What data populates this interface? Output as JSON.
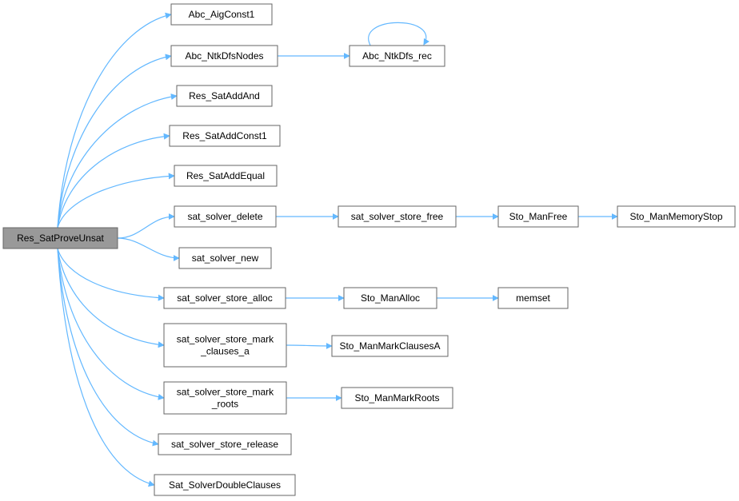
{
  "diagram": {
    "colors": {
      "edge": "#63b8ff",
      "node_border": "#666666",
      "root_fill": "#999999",
      "node_fill": "#ffffff"
    },
    "nodes": [
      {
        "id": "root",
        "lines": [
          "Res_SatProveUnsat"
        ]
      },
      {
        "id": "n1",
        "lines": [
          "Abc_AigConst1"
        ]
      },
      {
        "id": "n2",
        "lines": [
          "Abc_NtkDfsNodes"
        ]
      },
      {
        "id": "n3",
        "lines": [
          "Abc_NtkDfs_rec"
        ]
      },
      {
        "id": "n4",
        "lines": [
          "Res_SatAddAnd"
        ]
      },
      {
        "id": "n5",
        "lines": [
          "Res_SatAddConst1"
        ]
      },
      {
        "id": "n6",
        "lines": [
          "Res_SatAddEqual"
        ]
      },
      {
        "id": "n7",
        "lines": [
          "sat_solver_delete"
        ]
      },
      {
        "id": "n8",
        "lines": [
          "sat_solver_store_free"
        ]
      },
      {
        "id": "n9",
        "lines": [
          "Sto_ManFree"
        ]
      },
      {
        "id": "n10",
        "lines": [
          "Sto_ManMemoryStop"
        ]
      },
      {
        "id": "n11",
        "lines": [
          "sat_solver_new"
        ]
      },
      {
        "id": "n12",
        "lines": [
          "sat_solver_store_alloc"
        ]
      },
      {
        "id": "n13",
        "lines": [
          "Sto_ManAlloc"
        ]
      },
      {
        "id": "n14",
        "lines": [
          "memset"
        ]
      },
      {
        "id": "n15",
        "lines": [
          "sat_solver_store_mark",
          "_clauses_a"
        ]
      },
      {
        "id": "n16",
        "lines": [
          "Sto_ManMarkClausesA"
        ]
      },
      {
        "id": "n17",
        "lines": [
          "sat_solver_store_mark",
          "_roots"
        ]
      },
      {
        "id": "n18",
        "lines": [
          "Sto_ManMarkRoots"
        ]
      },
      {
        "id": "n19",
        "lines": [
          "sat_solver_store_release"
        ]
      },
      {
        "id": "n20",
        "lines": [
          "Sat_SolverDoubleClauses"
        ]
      }
    ],
    "edges": [
      {
        "from": "root",
        "to": "n1"
      },
      {
        "from": "root",
        "to": "n2"
      },
      {
        "from": "root",
        "to": "n4"
      },
      {
        "from": "root",
        "to": "n5"
      },
      {
        "from": "root",
        "to": "n6"
      },
      {
        "from": "root",
        "to": "n7"
      },
      {
        "from": "root",
        "to": "n11"
      },
      {
        "from": "root",
        "to": "n12"
      },
      {
        "from": "root",
        "to": "n15"
      },
      {
        "from": "root",
        "to": "n17"
      },
      {
        "from": "root",
        "to": "n19"
      },
      {
        "from": "root",
        "to": "n20"
      },
      {
        "from": "n2",
        "to": "n3"
      },
      {
        "from": "n3",
        "to": "n3"
      },
      {
        "from": "n7",
        "to": "n8"
      },
      {
        "from": "n8",
        "to": "n9"
      },
      {
        "from": "n9",
        "to": "n10"
      },
      {
        "from": "n12",
        "to": "n13"
      },
      {
        "from": "n13",
        "to": "n14"
      },
      {
        "from": "n15",
        "to": "n16"
      },
      {
        "from": "n17",
        "to": "n18"
      }
    ]
  }
}
